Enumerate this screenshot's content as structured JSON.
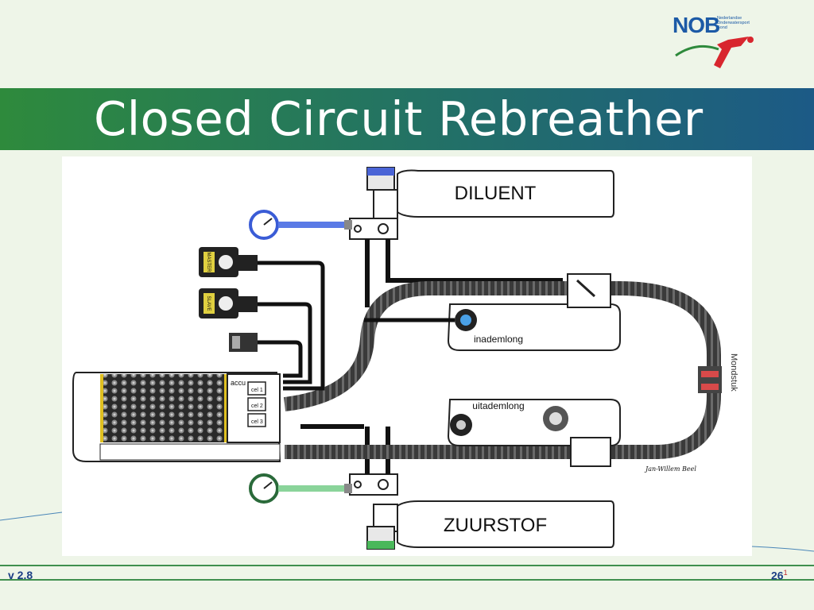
{
  "slide": {
    "title": "Closed Circuit Rebreather",
    "version": "v 2.8",
    "page_number": "26",
    "page_superscript": "1"
  },
  "logo": {
    "text": "NOB",
    "subtitle": "Nederlandse Onderwatersport Bond"
  },
  "diagram": {
    "labels": {
      "diluent": "DILUENT",
      "zuurstof": "ZUURSTOF",
      "inademlong": "inademlong",
      "uitademlong": "uitademlong",
      "mondstuk": "Mondstuk",
      "master": "MASTER",
      "slave": "SLAVE",
      "accu": "accu",
      "cel1": "cel 1",
      "cel2": "cel 2",
      "cel3": "cel 3",
      "signature": "Jan-Willem Beel"
    }
  },
  "colors": {
    "title_band_start": "#2e8a3c",
    "title_band_end": "#1c5a86",
    "background": "#eef5e8",
    "text_accent": "#1c3f86",
    "gauge_blue": "#3a5cd6",
    "gauge_green": "#3aa24a"
  }
}
